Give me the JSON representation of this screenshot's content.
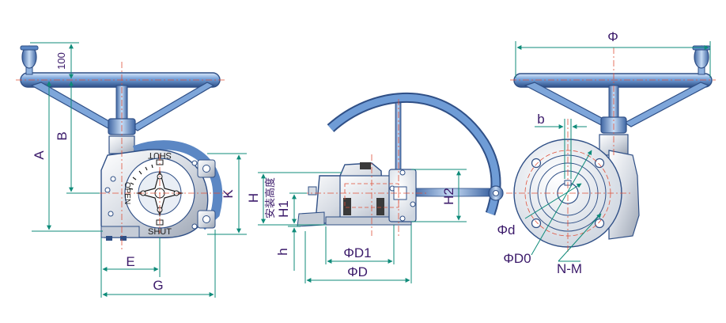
{
  "colors": {
    "steel_blue": "#5b87c4",
    "steel_light": "#a9c8ec",
    "steel_dark": "#2f4f86",
    "body_gray": "#d6dbe3",
    "body_shadow": "#9aa3b2",
    "dimension_line": "#0f8b7a",
    "center_line": "#e0513a",
    "label_text": "#3b1a6a"
  },
  "front_view": {
    "dims": {
      "handle_height": "100",
      "overall_height": "A",
      "wheel_to_center": "B",
      "width": "K",
      "half_width": "E",
      "total_width": "G"
    },
    "dial": {
      "top_label": "SHUT",
      "bottom_label": "SHUT",
      "left_label": "OPEN"
    }
  },
  "side_view": {
    "dims": {
      "height": "H",
      "install_height": "安装高度",
      "flange_height": "H1",
      "shaft_height": "H2",
      "base_depth": "h",
      "inner_diameter": "ΦD1",
      "outer_diameter": "ΦD"
    }
  },
  "right_view": {
    "dims": {
      "wheel_diameter": "Φ",
      "key_width": "b",
      "bore_diameter": "Φd",
      "pitch_diameter": "ΦD0",
      "bolt_spec": "N-M"
    }
  }
}
